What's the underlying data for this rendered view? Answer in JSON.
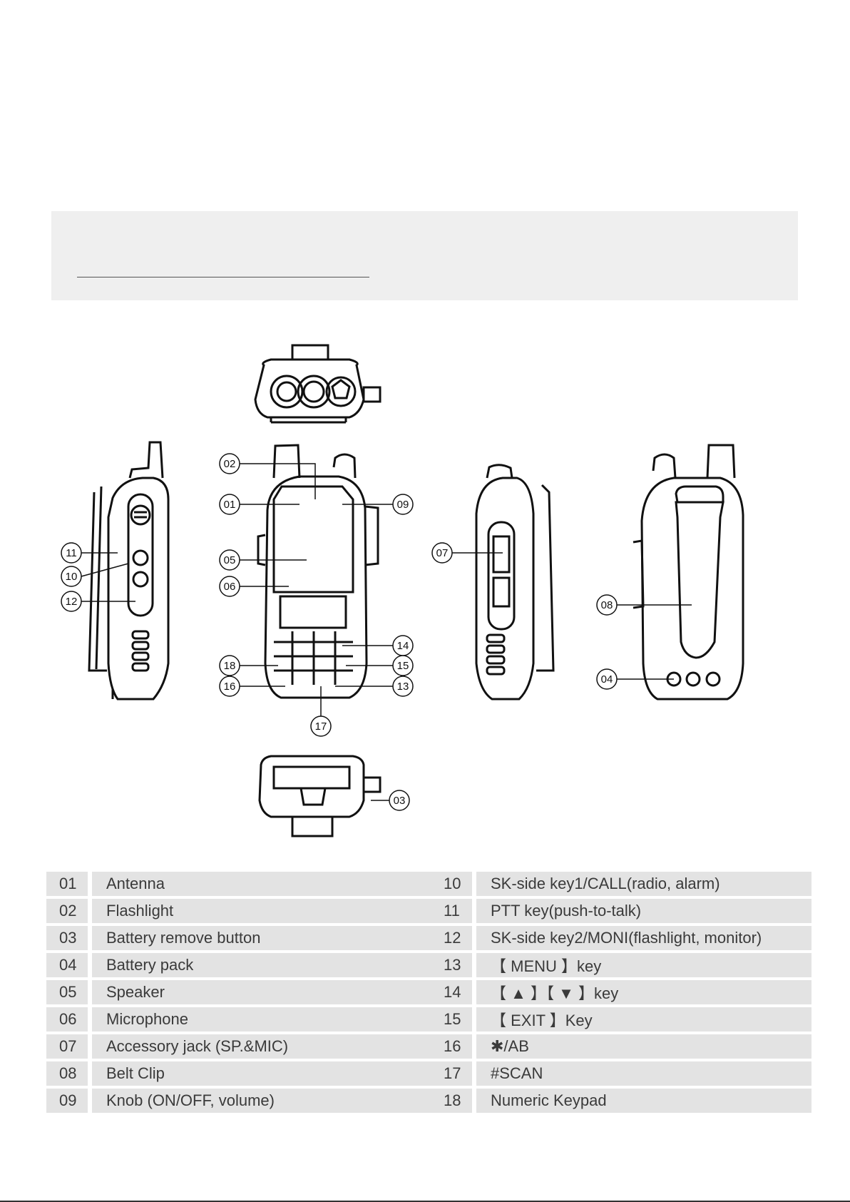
{
  "parts": [
    {
      "num": "01",
      "label": "Antenna"
    },
    {
      "num": "02",
      "label": "Flashlight"
    },
    {
      "num": "03",
      "label": "Battery remove button"
    },
    {
      "num": "04",
      "label": "Battery pack"
    },
    {
      "num": "05",
      "label": "Speaker"
    },
    {
      "num": "06",
      "label": "Microphone"
    },
    {
      "num": "07",
      "label": "Accessory jack (SP.&MIC)"
    },
    {
      "num": "08",
      "label": "Belt Clip"
    },
    {
      "num": "09",
      "label": "Knob (ON/OFF, volume)"
    },
    {
      "num": "10",
      "label": "SK-side key1/CALL(radio, alarm)"
    },
    {
      "num": "11",
      "label": "PTT key(push-to-talk)"
    },
    {
      "num": "12",
      "label": "SK-side key2/MONI(flashlight, monitor)"
    },
    {
      "num": "13",
      "label": "【 MENU 】key"
    },
    {
      "num": "14",
      "label": "【 ▲ 】【 ▼ 】key"
    },
    {
      "num": "15",
      "label": "【 EXIT 】Key"
    },
    {
      "num": "16",
      "label": "✱/AB"
    },
    {
      "num": "17",
      "label": "#SCAN"
    },
    {
      "num": "18",
      "label": "Numeric Keypad"
    }
  ],
  "callouts": [
    "01",
    "02",
    "03",
    "04",
    "05",
    "06",
    "07",
    "08",
    "09",
    "10",
    "11",
    "12",
    "13",
    "14",
    "15",
    "16",
    "17",
    "18"
  ]
}
